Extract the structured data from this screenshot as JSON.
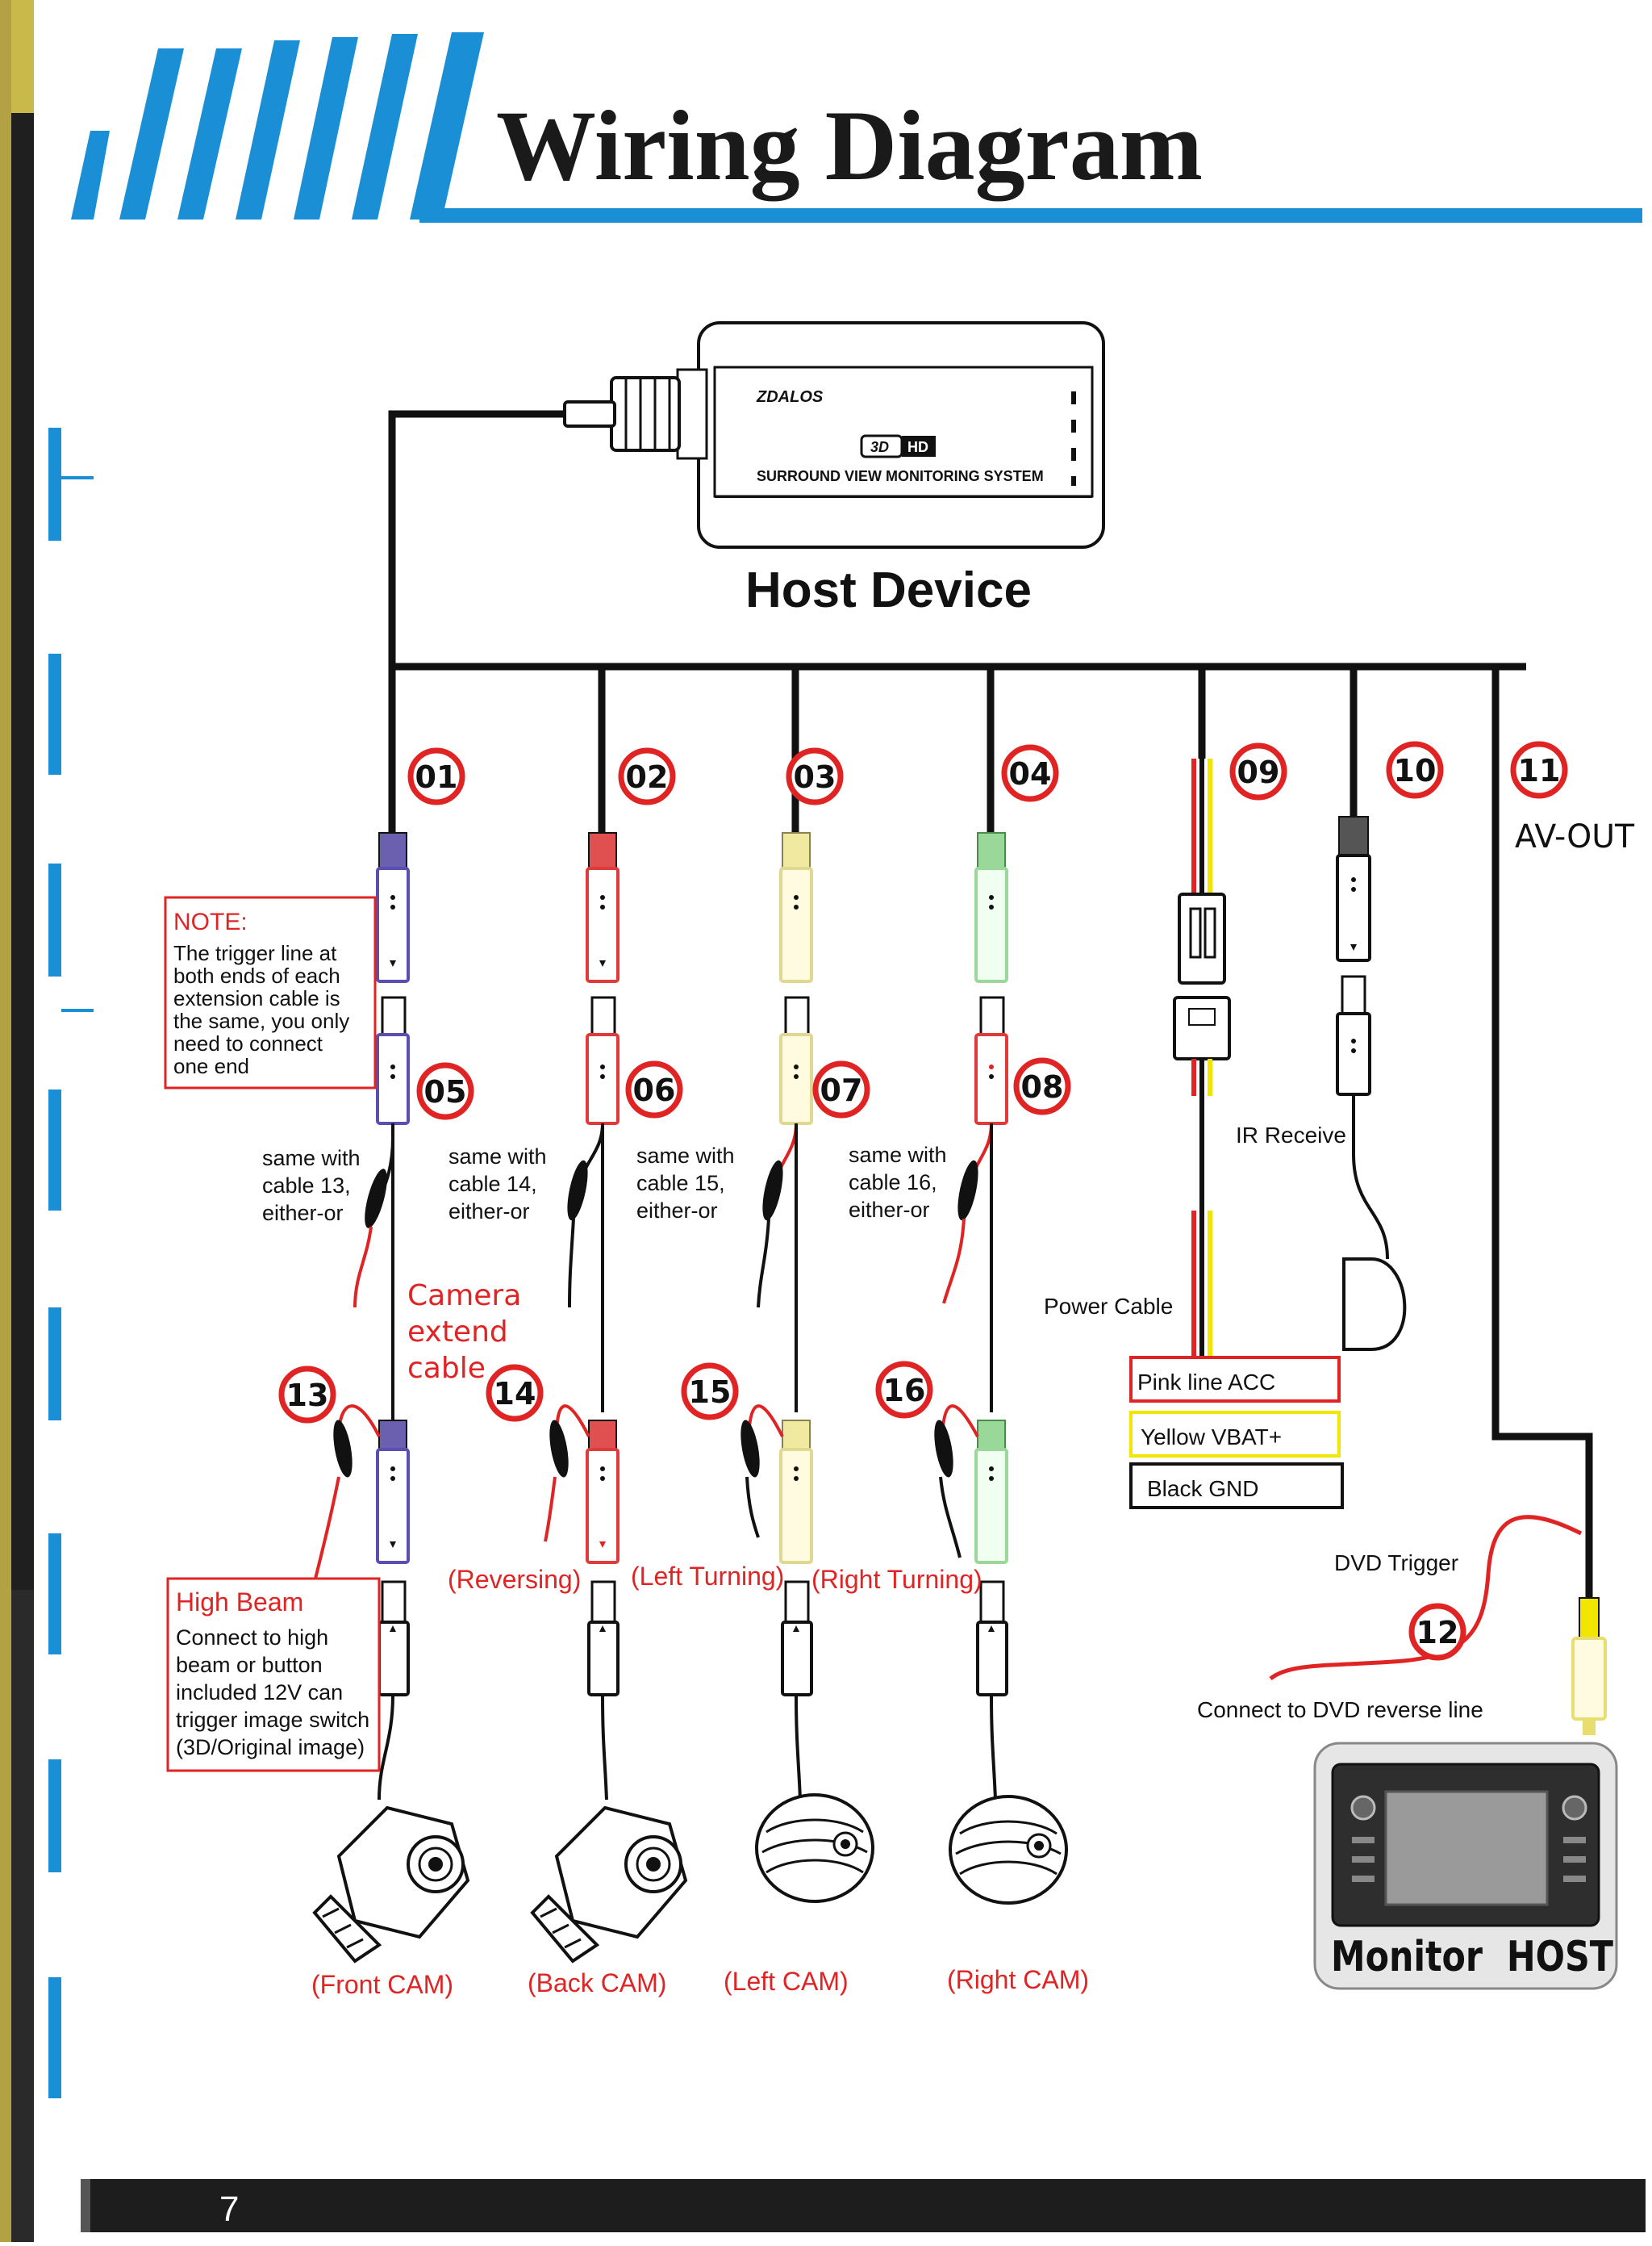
{
  "title": "Wiring Diagram",
  "host": {
    "label": "Host Device",
    "brand": "ZDALOS",
    "badge_3d": "3D",
    "badge_hd": "HD",
    "system": "SURROUND VIEW MONITORING SYSTEM"
  },
  "numbers": [
    "01",
    "02",
    "03",
    "04",
    "05",
    "06",
    "07",
    "08",
    "09",
    "10",
    "11",
    "12",
    "13",
    "14",
    "15",
    "16"
  ],
  "av_out": "AV-OUT",
  "note": {
    "title": "NOTE:",
    "lines": [
      "The trigger line at",
      "both ends of each",
      "extension cable is",
      "the same, you only",
      "need to connect",
      "one end"
    ]
  },
  "same_with": [
    [
      "same with",
      "cable 13,",
      "either-or"
    ],
    [
      "same with",
      "cable 14,",
      "either-or"
    ],
    [
      "same with",
      "cable 15,",
      "either-or"
    ],
    [
      "same with",
      "cable 16,",
      "either-or"
    ]
  ],
  "camera_extend": [
    "Camera",
    "extend",
    "cable"
  ],
  "ir_receive": "IR Receive",
  "power_cable": "Power Cable",
  "power_lines": [
    "Pink line ACC",
    "Yellow VBAT+",
    "Black GND"
  ],
  "triggers": [
    "(Reversing)",
    "(Left Turning)",
    "(Right Turning)"
  ],
  "high_beam": {
    "title": "High Beam",
    "lines": [
      "Connect to high",
      "beam or button",
      "included 12V can",
      "trigger image switch",
      "(3D/Original image)"
    ]
  },
  "dvd_trigger": "DVD Trigger",
  "dvd_connect": "Connect to DVD reverse line",
  "cams": [
    "(Front CAM)",
    "(Back CAM)",
    "(Left CAM)",
    "(Right CAM)"
  ],
  "monitor": "Monitor  HOST",
  "page_number": "7",
  "colors": {
    "accent_blue": "#1a8fd6",
    "red": "#e02424",
    "yellow": "#f2e600",
    "cable": "#111111"
  }
}
